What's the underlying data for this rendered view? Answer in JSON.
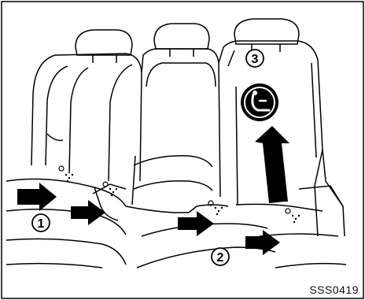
{
  "figure": {
    "callouts": {
      "c1": "1",
      "c2": "2",
      "c3": "3"
    },
    "code": "SSS0419",
    "icon": "child-seat-anchor-symbol-icon"
  }
}
